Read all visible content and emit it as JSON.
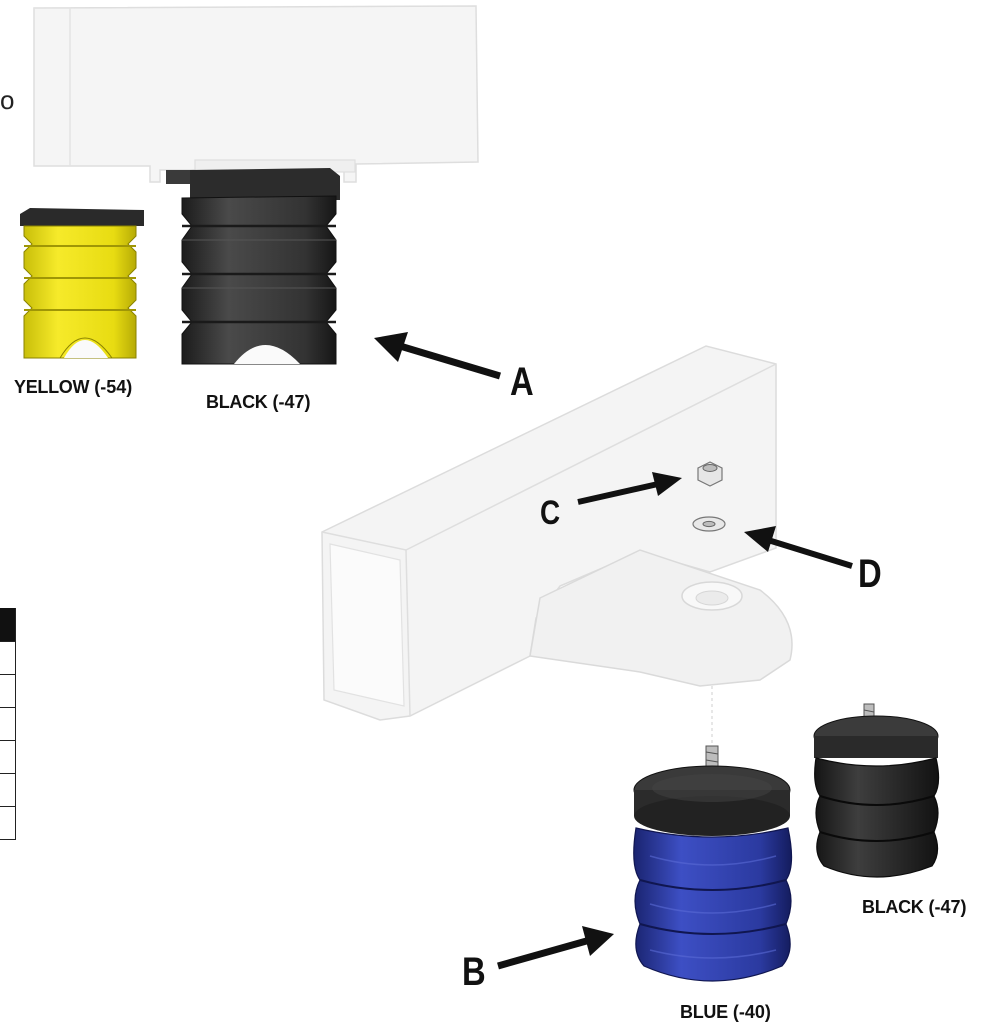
{
  "labels": {
    "yellow": {
      "color_name": "YELLOW",
      "code": "(-54)"
    },
    "black_top": {
      "color_name": "BLACK",
      "code": "(-47)"
    },
    "black_bottom": {
      "color_name": "BLACK",
      "code": "(-47)"
    },
    "blue": {
      "color_name": "BLUE",
      "code": "(-40)"
    }
  },
  "callouts": {
    "a": "A",
    "b": "B",
    "c": "C",
    "d": "D"
  },
  "truncated_text": "o",
  "colors": {
    "yellow": "#f2e51a",
    "black": "#2f2f2f",
    "blue": "#2c3a9e",
    "outline": "#dcdcdc",
    "frame_fill": "#f4f4f4"
  }
}
